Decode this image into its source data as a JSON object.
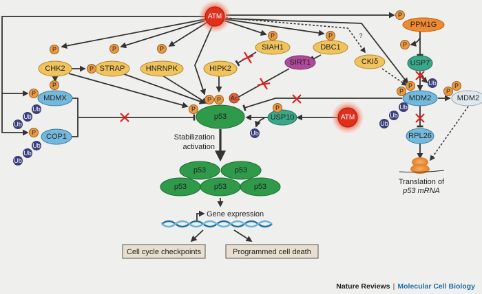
{
  "nodes": {
    "atm_top": "ATM",
    "atm_mid": "ATM",
    "ppm1g": "PPM1G",
    "chk2": "CHK2",
    "strap": "STRAP",
    "hnrnpk": "HNRNPK",
    "hipk2": "HIPK2",
    "siah1": "SIAH1",
    "dbc1": "DBC1",
    "sirt1": "SIRT1",
    "ckid": "CKIδ",
    "usp7": "USP7",
    "mdmx": "MDMX",
    "cop1": "COP1",
    "p53": "p53",
    "usp10": "USP10",
    "mdm2": "MDM2",
    "mdm2_free": "MDM2",
    "rpl26": "RPL26"
  },
  "modifications": {
    "phospho": "P",
    "ubiquitin": "Ub",
    "acetyl": "Ac",
    "unknown": "?"
  },
  "labels": {
    "stabilization": "Stabilization",
    "activation": "activation",
    "gene_expression": "Gene expression",
    "translation_line1": "Translation of",
    "translation_line2": "p53 mRNA",
    "cell_cycle": "Cell cycle checkpoints",
    "cell_death": "Programmed cell death"
  },
  "p53_cluster": [
    "p53",
    "p53",
    "p53",
    "p53",
    "p53"
  ],
  "footer": {
    "journal": "Nature Reviews",
    "separator": "|",
    "section": "Molecular Cell Biology"
  },
  "colors": {
    "atm": "#e0301c",
    "kinase": "#f1c35c",
    "mdm": "#74b9dc",
    "p53": "#2f9a4a",
    "usp": "#3aa888",
    "sirt1": "#b04a9a",
    "ppm1g": "#f08a2e",
    "phospho": "#e99a45",
    "ubiquitin": "#3a3f7a",
    "inhibition_cross": "#e02020",
    "footer_accent": "#1f6fa8"
  }
}
